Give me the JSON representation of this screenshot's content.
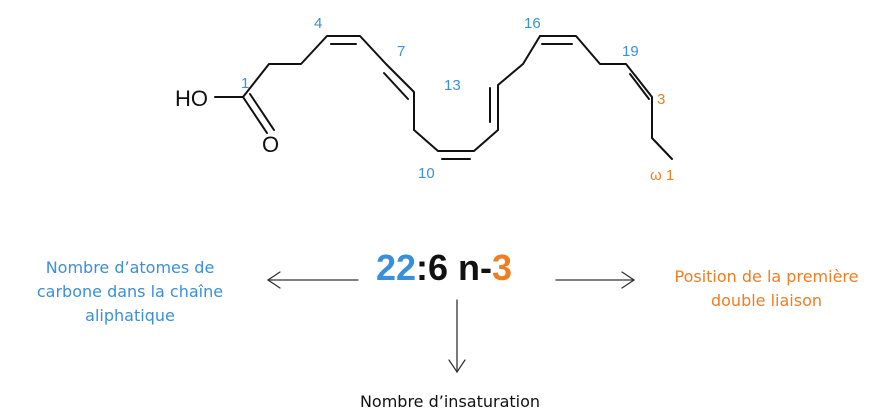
{
  "molecule": {
    "atoms": {
      "hydroxyl": "HO",
      "oxygen": "O"
    },
    "carbon_numbers": [
      "1",
      "4",
      "7",
      "10",
      "13",
      "16",
      "19"
    ],
    "omega_numbers": {
      "three": "3",
      "omega": "ω 1"
    }
  },
  "formula": {
    "carbons": "22",
    "middle": ":6 n-",
    "omega_position": "3"
  },
  "descriptions": {
    "carbon_count": [
      "Nombre d’atomes de",
      "carbone dans la chaîne",
      "aliphatique"
    ],
    "first_double_bond": [
      "Position de la première",
      "double liaison"
    ],
    "unsaturation": "Nombre d’insaturation"
  },
  "colors": {
    "carbon_blue": "#3a8fd9",
    "omega_orange": "#ef7d22",
    "text": "#111111"
  }
}
